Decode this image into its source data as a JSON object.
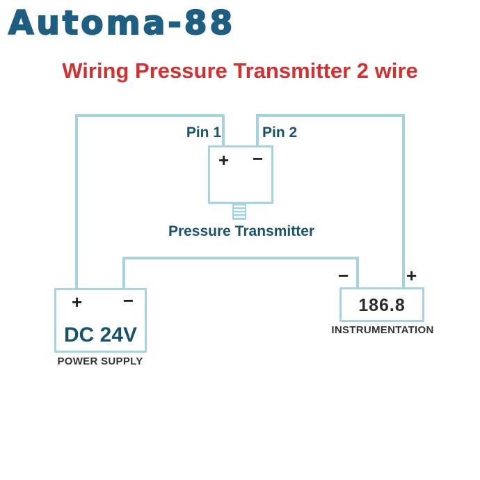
{
  "brand": {
    "logo_text": "Automa-88"
  },
  "title": {
    "text": "Wiring Pressure Transmitter 2 wire"
  },
  "colors": {
    "wire_blue": "#a5d3e2",
    "label_teal": "#17536e",
    "logo_blue": "#1c5f82",
    "title_red": "#d43030",
    "sign_dark": "#222222",
    "caption_dark": "#333333"
  },
  "transmitter": {
    "pin1_label": "Pin 1",
    "pin2_label": "Pin 2",
    "plus_sign": "+",
    "minus_sign": "−",
    "caption": "Pressure Transmitter"
  },
  "power_supply": {
    "plus_sign": "+",
    "minus_sign": "−",
    "voltage_label": "DC 24V",
    "caption": "POWER SUPPLY"
  },
  "instrumentation": {
    "minus_sign": "−",
    "plus_sign": "+",
    "display_value": "186.8",
    "caption": "INSTRUMENTATION"
  }
}
